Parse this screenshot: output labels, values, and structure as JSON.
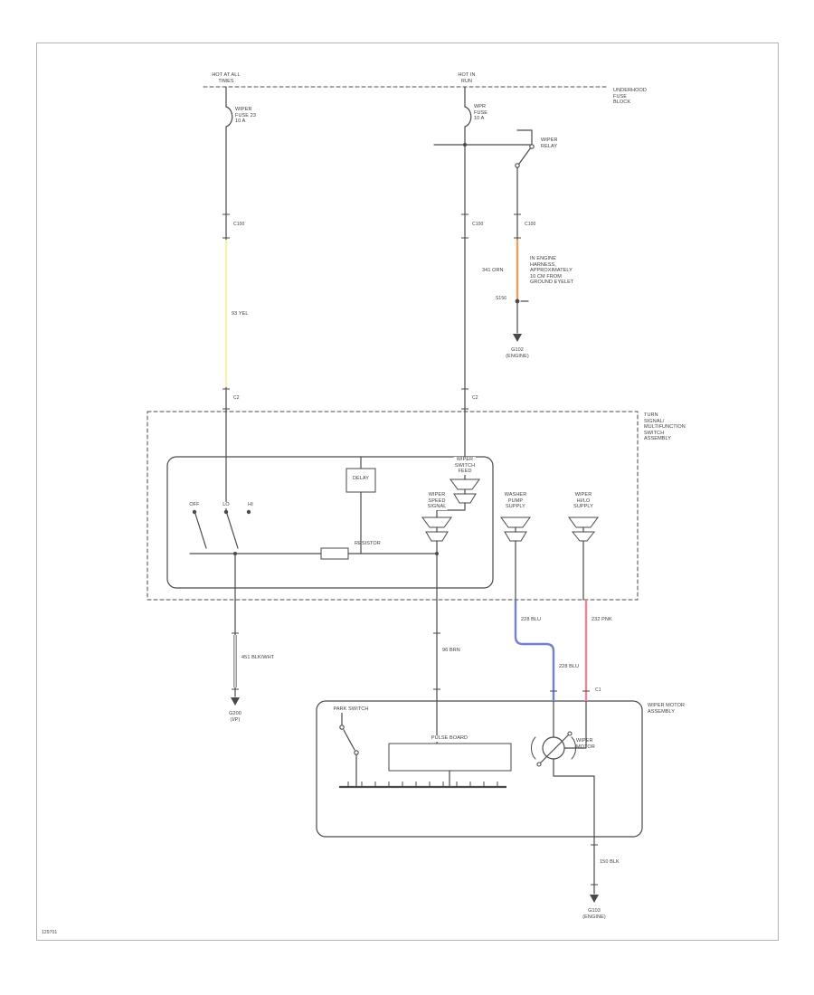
{
  "page": {
    "footer_code": "129701"
  },
  "colors": {
    "line": "#4a4a4a",
    "wire_yellow": "#f4efad",
    "wire_orange": "#eda05e",
    "wire_blue": "#7280cf",
    "wire_pink": "#ef8598",
    "wire_white": "#e8e8e8"
  },
  "power": {
    "feed_left": "HOT AT ALL\nTIMES",
    "feed_right": "HOT IN\nRUN",
    "fuse_block_name": "UNDERHOOD\nFUSE\nBLOCK",
    "fuse_left": "WIPER\nFUSE 23\n10 A",
    "fuse_right": "WPR\nFUSE\n10 A",
    "relay": "WIPER\nRELAY"
  },
  "connectors": {
    "c100": "C100",
    "c2": "C2",
    "c1": "C1"
  },
  "wires": {
    "yellow": "93 YEL",
    "orange": "341 ORN",
    "blue_upper": "228 BLU",
    "blue_lower": "228 BLU",
    "pink": "232 PNK",
    "white": "451 BLK/WHT",
    "brown": "96 BRN",
    "black_bottom": "150 BLK"
  },
  "switch_assembly": {
    "name": "TURN\nSIGNAL/\nMULTIFUNCTION\nSWITCH\nASSEMBLY",
    "positions": {
      "off": "OFF",
      "lo": "LO",
      "hi": "HI"
    },
    "delay": "DELAY",
    "resistor": "RESISTOR",
    "out_feed": "WIPER\nSWITCH\nFEED",
    "out_speed": "WIPER\nSPEED\nSIGNAL",
    "out_washer": "WASHER\nPUMP\nSUPPLY",
    "out_hilo": "WIPER\nHI/LO\nSUPPLY"
  },
  "wiper_motor": {
    "name": "WIPER MOTOR\nASSEMBLY",
    "park_switch": "PARK SWITCH",
    "pulse_board": "PULSE BOARD",
    "motor": "WIPER\nMOTOR"
  },
  "grounds": {
    "g102": "G102\n(ENGINE)",
    "g200": "G200\n(I/P)",
    "g103": "G103\n(ENGINE)"
  },
  "notes": {
    "splice_id": "S156",
    "splice_note": "IN ENGINE\nHARNESS,\nAPPROXIMATELY\n10 CM FROM\nGROUND EYELET"
  }
}
